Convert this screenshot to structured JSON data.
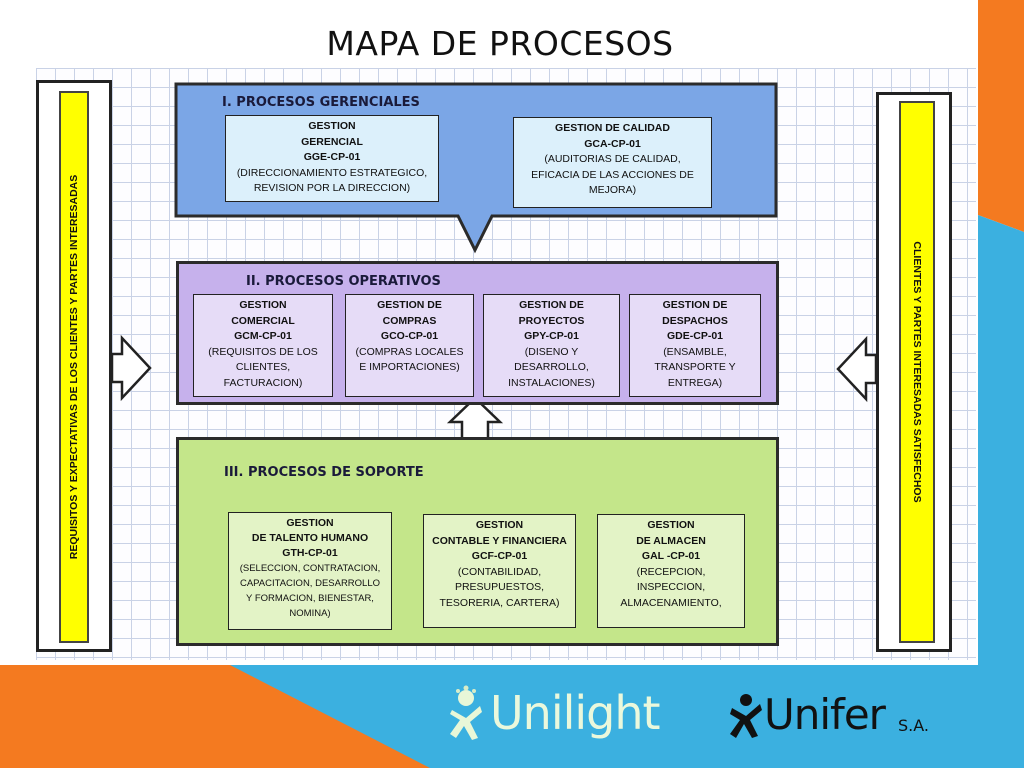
{
  "title": "MAPA DE PROCESOS",
  "left_column": {
    "text": "REQUISITOS Y  EXPECTATIVAS DE LOS CLIENTES Y PARTES INTERESADAS"
  },
  "right_column": {
    "text": "CLIENTES Y PARTES INTERESADAS SATISFECHOS"
  },
  "gerenciales": {
    "title": "I. PROCESOS GERENCIALES",
    "color": "#7ba6e6",
    "cards": [
      {
        "name": "GESTION",
        "name2": "GERENCIAL",
        "code": "GGE-CP-01",
        "desc1": "(DIRECCIONAMIENTO ESTRATEGICO,",
        "desc2": "REVISION POR LA DIRECCION)",
        "desc3": ""
      },
      {
        "name": "GESTION  DE CALIDAD",
        "name2": "",
        "code": "GCA-CP-01",
        "desc1": "(AUDITORIAS DE CALIDAD,",
        "desc2": "EFICACIA DE LAS ACCIONES DE",
        "desc3": "MEJORA)"
      }
    ]
  },
  "operativos": {
    "title": "II. PROCESOS OPERATIVOS",
    "color": "#c6b1ec",
    "cards": [
      {
        "name": "GESTION",
        "name2": "COMERCIAL",
        "code": "GCM-CP-01",
        "desc1": "(REQUISITOS DE LOS",
        "desc2": "CLIENTES,",
        "desc3": "FACTURACION)"
      },
      {
        "name": "GESTION DE",
        "name2": "COMPRAS",
        "code": "GCO-CP-01",
        "desc1": "(COMPRAS LOCALES",
        "desc2": "E IMPORTACIONES)",
        "desc3": ""
      },
      {
        "name": "GESTION  DE",
        "name2": "PROYECTOS",
        "code": "GPY-CP-01",
        "desc1": "(DISENO Y",
        "desc2": "DESARROLLO,",
        "desc3": "INSTALACIONES)"
      },
      {
        "name": "GESTION DE",
        "name2": "DESPACHOS",
        "code": "GDE-CP-01",
        "desc1": "(ENSAMBLE,",
        "desc2": "TRANSPORTE Y",
        "desc3": "ENTREGA)"
      }
    ]
  },
  "soporte": {
    "title": "III. PROCESOS DE SOPORTE",
    "color": "#c4e68a",
    "cards": [
      {
        "name": "GESTION",
        "name2": "DE TALENTO HUMANO",
        "code": "GTH-CP-01",
        "desc1": "(SELECCION, CONTRATACION,",
        "desc2": "CAPACITACION,  DESARROLLO",
        "desc3": "Y FORMACION, BIENESTAR,",
        "desc4": "NOMINA)"
      },
      {
        "name": "GESTION",
        "name2": "CONTABLE Y FINANCIERA",
        "code": "GCF-CP-01",
        "desc1": "(CONTABILIDAD,",
        "desc2": "PRESUPUESTOS,",
        "desc3": "TESORERIA, CARTERA)",
        "desc4": ""
      },
      {
        "name": "GESTION",
        "name2": "DE ALMACEN",
        "code": "GAL -CP-01",
        "desc1": "(RECEPCION,",
        "desc2": "INSPECCION,",
        "desc3": "ALMACENAMIENTO,",
        "desc4": ""
      }
    ]
  },
  "footer": {
    "logo1": "Unilight",
    "logo2_main": "Unifer",
    "logo2_suffix": "S.A."
  },
  "colors": {
    "orange": "#f47a20",
    "blue": "#3bb0e0",
    "yellow": "#ffff00"
  }
}
